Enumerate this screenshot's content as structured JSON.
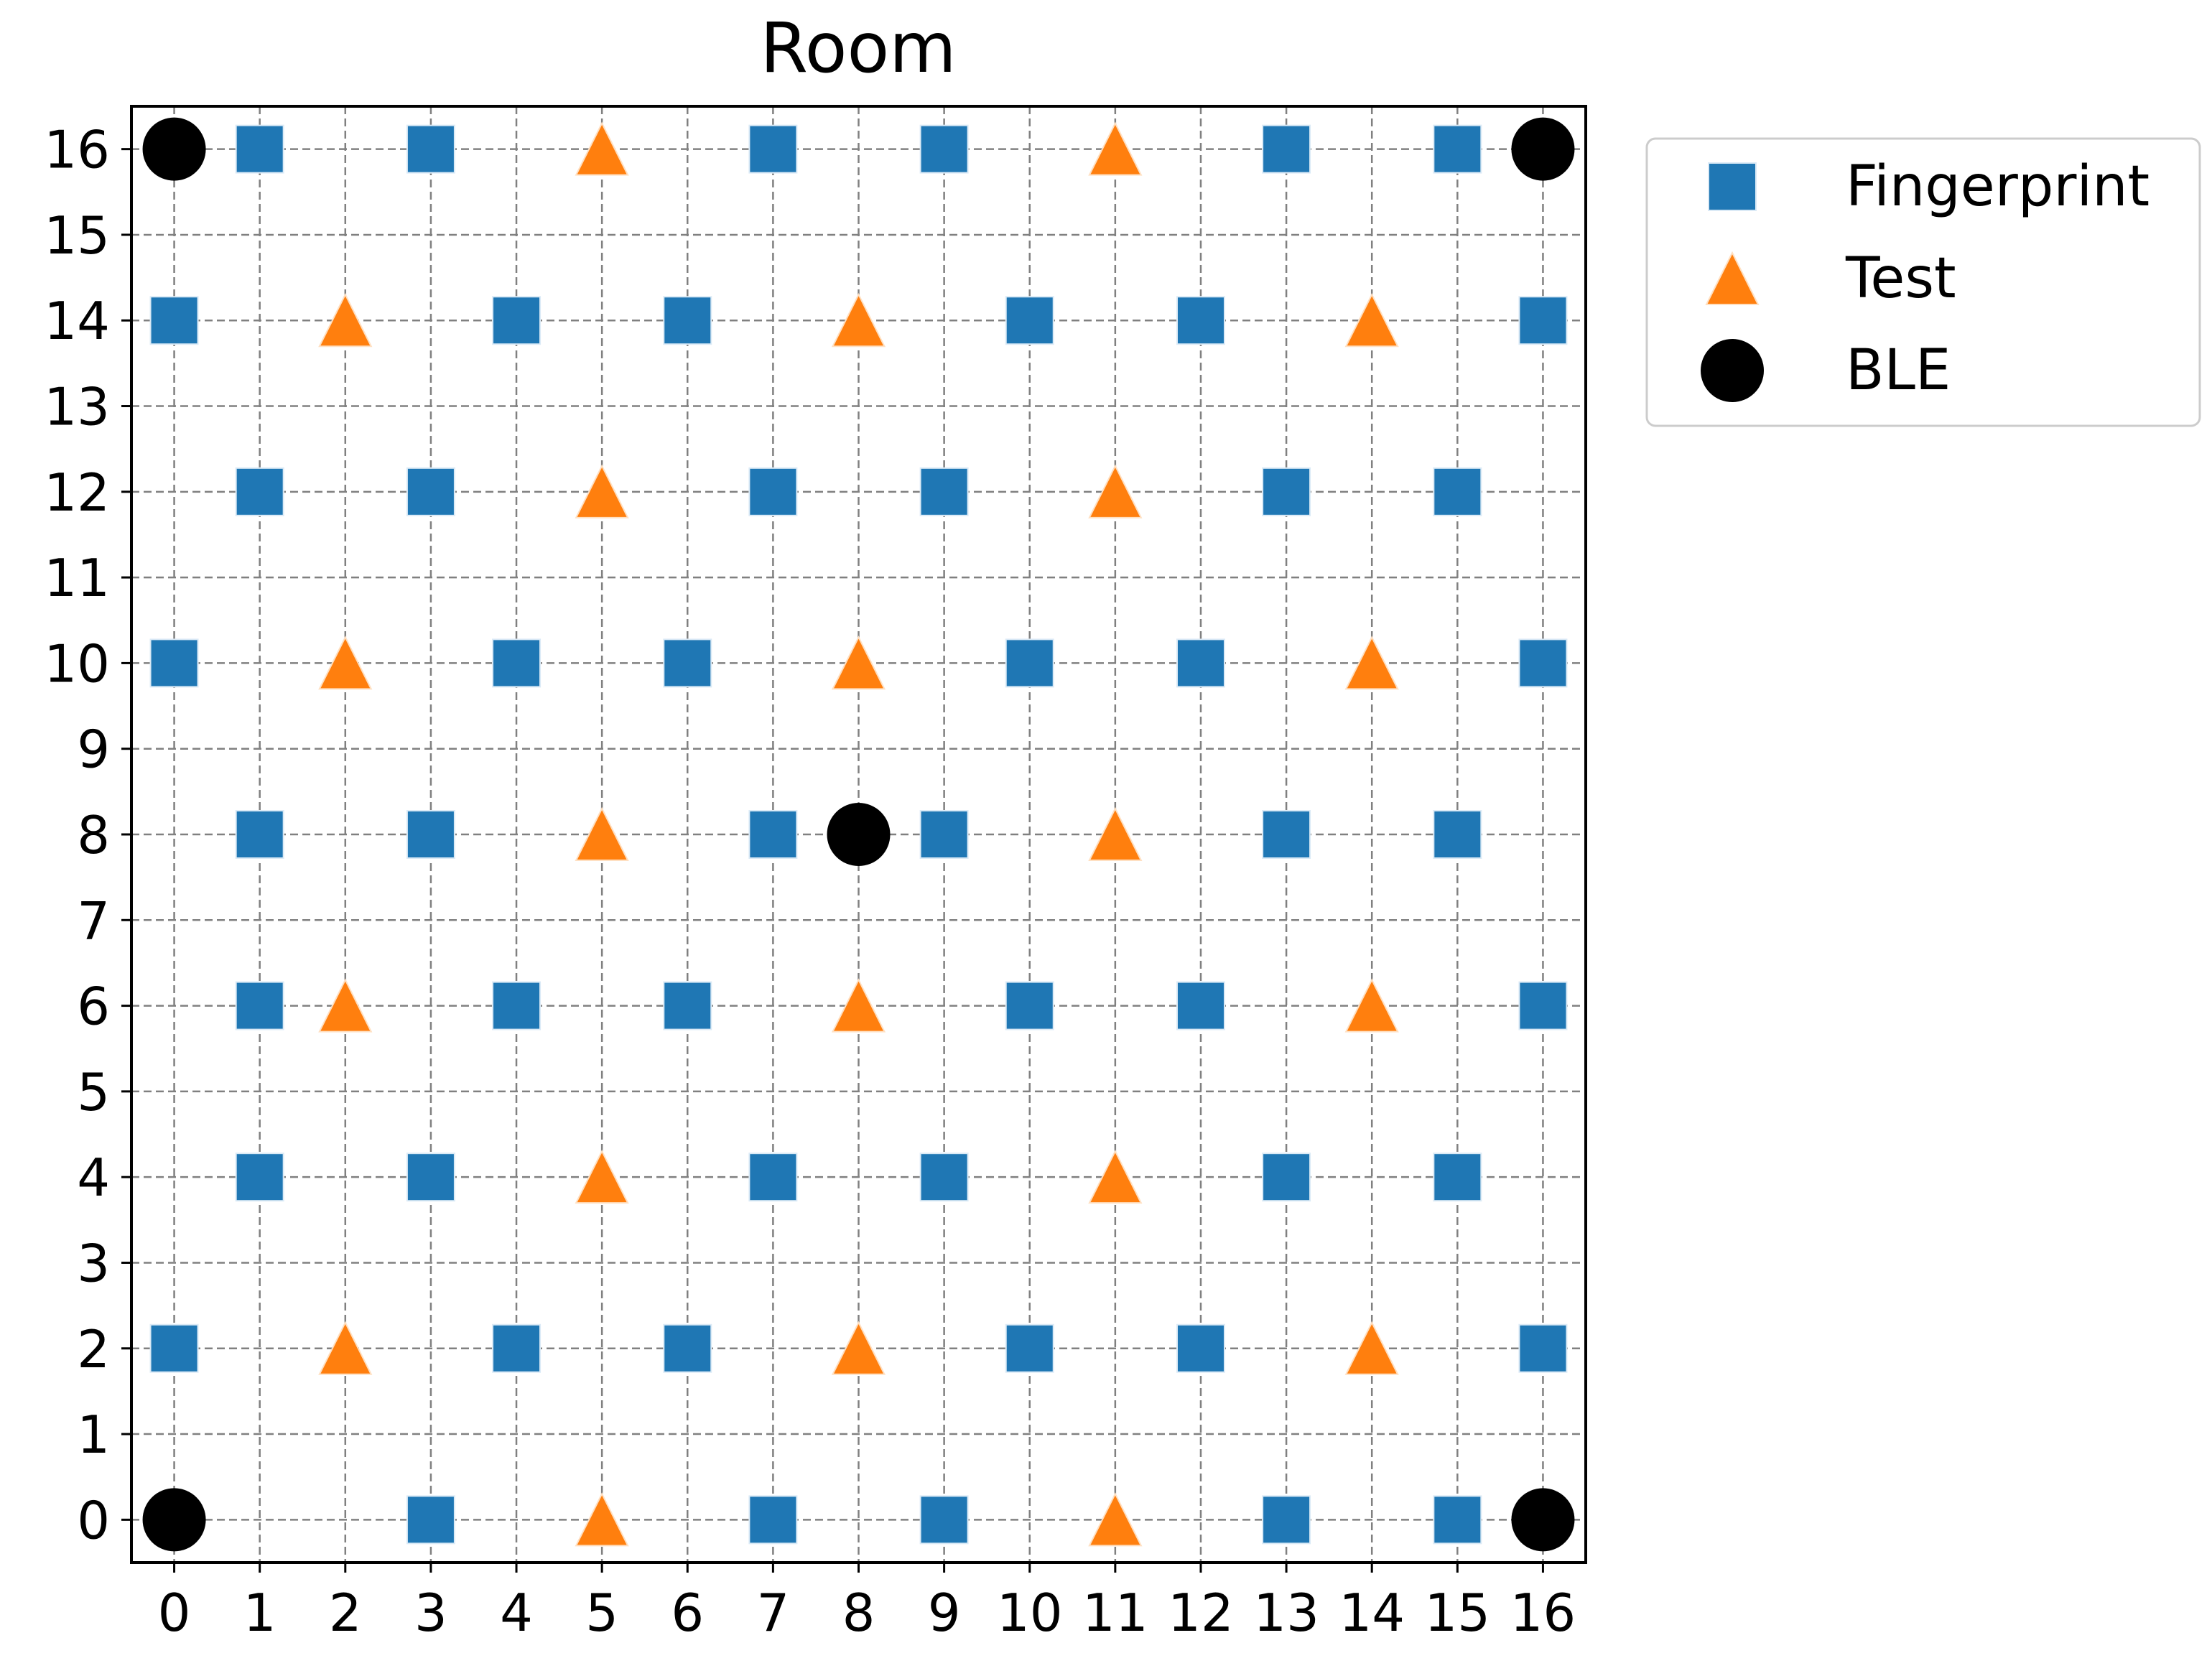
{
  "chart_data": {
    "type": "scatter",
    "title": "Room",
    "xlabel": "",
    "ylabel": "",
    "xlim": [
      -0.5,
      16.5
    ],
    "ylim": [
      -0.5,
      16.5
    ],
    "xticks": [
      0,
      1,
      2,
      3,
      4,
      5,
      6,
      7,
      8,
      9,
      10,
      11,
      12,
      13,
      14,
      15,
      16
    ],
    "yticks": [
      0,
      1,
      2,
      3,
      4,
      5,
      6,
      7,
      8,
      9,
      10,
      11,
      12,
      13,
      14,
      15,
      16
    ],
    "grid": true,
    "legend_position": "outside-upper-right",
    "series": [
      {
        "name": "Fingerprint",
        "marker": "square",
        "color": "#1f77b4",
        "points": [
          [
            1,
            16
          ],
          [
            3,
            16
          ],
          [
            7,
            16
          ],
          [
            9,
            16
          ],
          [
            13,
            16
          ],
          [
            15,
            16
          ],
          [
            0,
            14
          ],
          [
            4,
            14
          ],
          [
            6,
            14
          ],
          [
            10,
            14
          ],
          [
            12,
            14
          ],
          [
            16,
            14
          ],
          [
            1,
            12
          ],
          [
            3,
            12
          ],
          [
            7,
            12
          ],
          [
            9,
            12
          ],
          [
            13,
            12
          ],
          [
            15,
            12
          ],
          [
            0,
            10
          ],
          [
            4,
            10
          ],
          [
            6,
            10
          ],
          [
            10,
            10
          ],
          [
            12,
            10
          ],
          [
            16,
            10
          ],
          [
            1,
            8
          ],
          [
            3,
            8
          ],
          [
            7,
            8
          ],
          [
            9,
            8
          ],
          [
            13,
            8
          ],
          [
            15,
            8
          ],
          [
            1,
            6
          ],
          [
            4,
            6
          ],
          [
            6,
            6
          ],
          [
            10,
            6
          ],
          [
            12,
            6
          ],
          [
            16,
            6
          ],
          [
            1,
            4
          ],
          [
            3,
            4
          ],
          [
            7,
            4
          ],
          [
            9,
            4
          ],
          [
            13,
            4
          ],
          [
            15,
            4
          ],
          [
            0,
            2
          ],
          [
            4,
            2
          ],
          [
            6,
            2
          ],
          [
            10,
            2
          ],
          [
            12,
            2
          ],
          [
            16,
            2
          ],
          [
            3,
            0
          ],
          [
            7,
            0
          ],
          [
            9,
            0
          ],
          [
            13,
            0
          ],
          [
            15,
            0
          ]
        ]
      },
      {
        "name": "Test",
        "marker": "triangle",
        "color": "#ff7f0e",
        "points": [
          [
            5,
            16
          ],
          [
            11,
            16
          ],
          [
            2,
            14
          ],
          [
            8,
            14
          ],
          [
            14,
            14
          ],
          [
            5,
            12
          ],
          [
            11,
            12
          ],
          [
            2,
            10
          ],
          [
            8,
            10
          ],
          [
            14,
            10
          ],
          [
            5,
            8
          ],
          [
            11,
            8
          ],
          [
            2,
            6
          ],
          [
            8,
            6
          ],
          [
            14,
            6
          ],
          [
            5,
            4
          ],
          [
            11,
            4
          ],
          [
            2,
            2
          ],
          [
            8,
            2
          ],
          [
            14,
            2
          ],
          [
            5,
            0
          ],
          [
            11,
            0
          ]
        ]
      },
      {
        "name": "BLE",
        "marker": "circle",
        "color": "#000000",
        "points": [
          [
            0,
            16
          ],
          [
            16,
            16
          ],
          [
            8,
            8
          ],
          [
            0,
            0
          ],
          [
            16,
            0
          ]
        ]
      }
    ]
  }
}
